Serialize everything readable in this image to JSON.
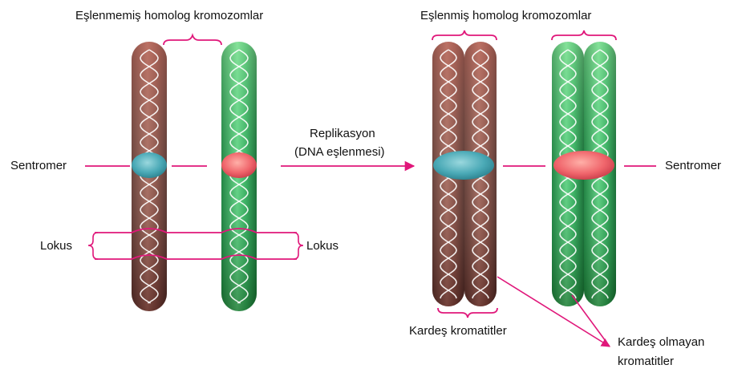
{
  "labels": {
    "unpaired_title": "Eşlenmemiş homolog kromozomlar",
    "paired_title": "Eşlenmiş homolog kromozomlar",
    "centromere_left": "Sentromer",
    "centromere_right": "Sentromer",
    "locus_left": "Lokus",
    "locus_right": "Lokus",
    "replication_line1": "Replikasyon",
    "replication_line2": "(DNA eşlenmesi)",
    "sister_chromatids": "Kardeş kromatitler",
    "nonsister_line1": "Kardeş olmayan",
    "nonsister_line2": "kromatitler"
  },
  "colors": {
    "accent": "#e0177a",
    "brown_chromosome": "#9a4a3f",
    "green_chromosome": "#3fb565",
    "teal_centromere": "#3aa0ad",
    "red_centromere": "#e8606a"
  }
}
